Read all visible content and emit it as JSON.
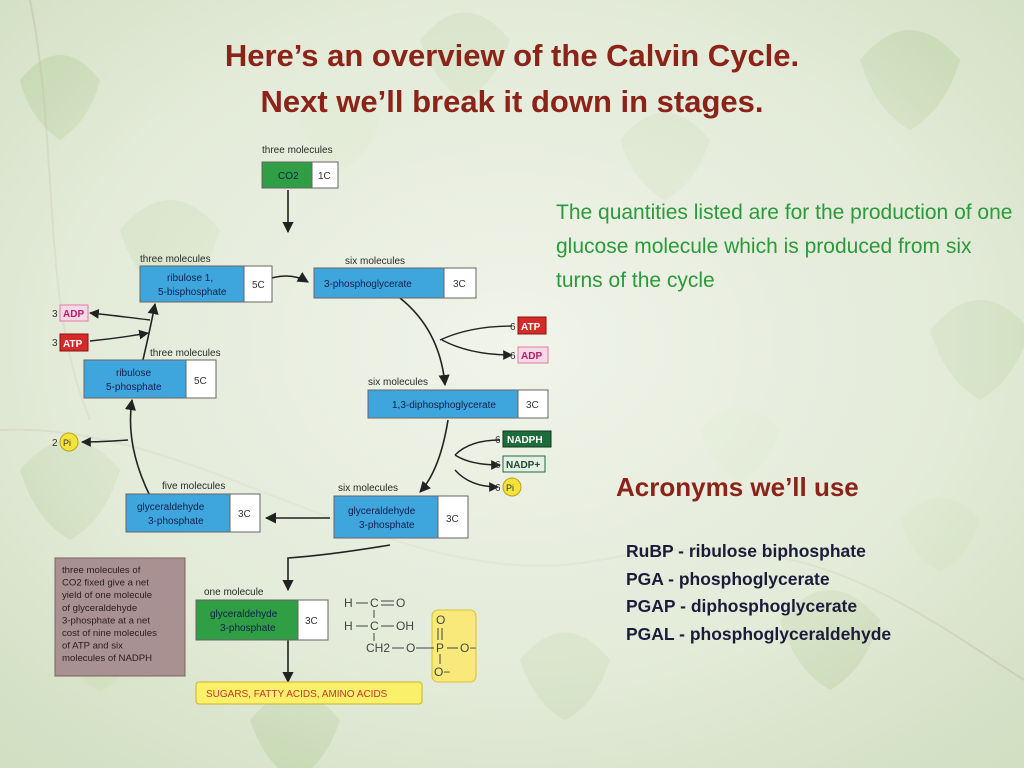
{
  "slide": {
    "title_line1": "Here’s an overview of the Calvin Cycle.",
    "title_line2": "Next we’ll break it down in stages.",
    "note": "The quantities listed are for the production of one glucose molecule which is produced from six turns of the cycle",
    "acronyms_title": "Acronyms we’ll use",
    "acronyms": [
      "RuBP - ribulose biphosphate",
      "PGA - phosphoglycerate",
      "PGAP - diphosphoglycerate",
      "PGAL - phosphoglyceraldehyde"
    ]
  },
  "diagram": {
    "co2": {
      "qty": "three molecules",
      "name": "CO2",
      "carbons": "1C"
    },
    "rubp": {
      "qty": "three molecules",
      "line1": "ribulose 1,",
      "line2": "5-bisphosphate",
      "carbons": "5C"
    },
    "pga": {
      "qty": "six molecules",
      "name": "3-phosphoglycerate",
      "carbons": "3C"
    },
    "pgap": {
      "qty": "six molecules",
      "name": "1,3-diphosphoglycerate",
      "carbons": "3C"
    },
    "pgal6": {
      "qty": "six molecules",
      "line1": "glyceraldehyde",
      "line2": "3-phosphate",
      "carbons": "3C"
    },
    "pgal5": {
      "qty": "five molecules",
      "line1": "glyceraldehyde",
      "line2": "3-phosphate",
      "carbons": "3C"
    },
    "ru5p": {
      "qty": "three molecules",
      "line1": "ribulose",
      "line2": "5-phosphate",
      "carbons": "5C"
    },
    "pgal1": {
      "qty": "one molecule",
      "line1": "glyceraldehyde",
      "line2": "3-phosphate",
      "carbons": "3C"
    },
    "products": "SUGARS, FATTY ACIDS, AMINO ACIDS",
    "side_inputs": {
      "adp_left": {
        "count": "3",
        "label": "ADP"
      },
      "atp_left": {
        "count": "3",
        "label": "ATP"
      },
      "pi_left": {
        "count": "2",
        "label": "Pi"
      },
      "atp_right": {
        "count": "6",
        "label": "ATP"
      },
      "adp_right": {
        "count": "6",
        "label": "ADP"
      },
      "nadph": {
        "count": "6",
        "label": "NADPH"
      },
      "nadp": {
        "count": "6",
        "label": "NADP+"
      },
      "pi_right": {
        "count": "6",
        "label": "Pi"
      }
    },
    "caption_lines": [
      "three molecules of",
      "CO2 fixed give a net",
      "yield of one molecule",
      "of glyceraldehyde",
      "3-phosphate at a net",
      "cost of nine molecules",
      "of ATP and six",
      "molecules of NADPH"
    ],
    "structure": {
      "row1": [
        "H",
        "C",
        "O"
      ],
      "row2": [
        "H",
        "C",
        "OH"
      ],
      "row3": [
        "CH2",
        "O",
        "P",
        "O−"
      ],
      "phosphate_top": "O",
      "phosphate_bottom": "O−"
    },
    "colors": {
      "blue_box": "#3fa5dd",
      "green_box": "#2f9e44",
      "atp_red": "#d42a2a",
      "adp_pink": "#e27aa8",
      "nadph_green": "#1e6b3c",
      "pi_yellow": "#f4e43a",
      "title_red": "#8b2318",
      "note_green": "#2a9a3a",
      "caption_bg": "#a99192"
    }
  }
}
